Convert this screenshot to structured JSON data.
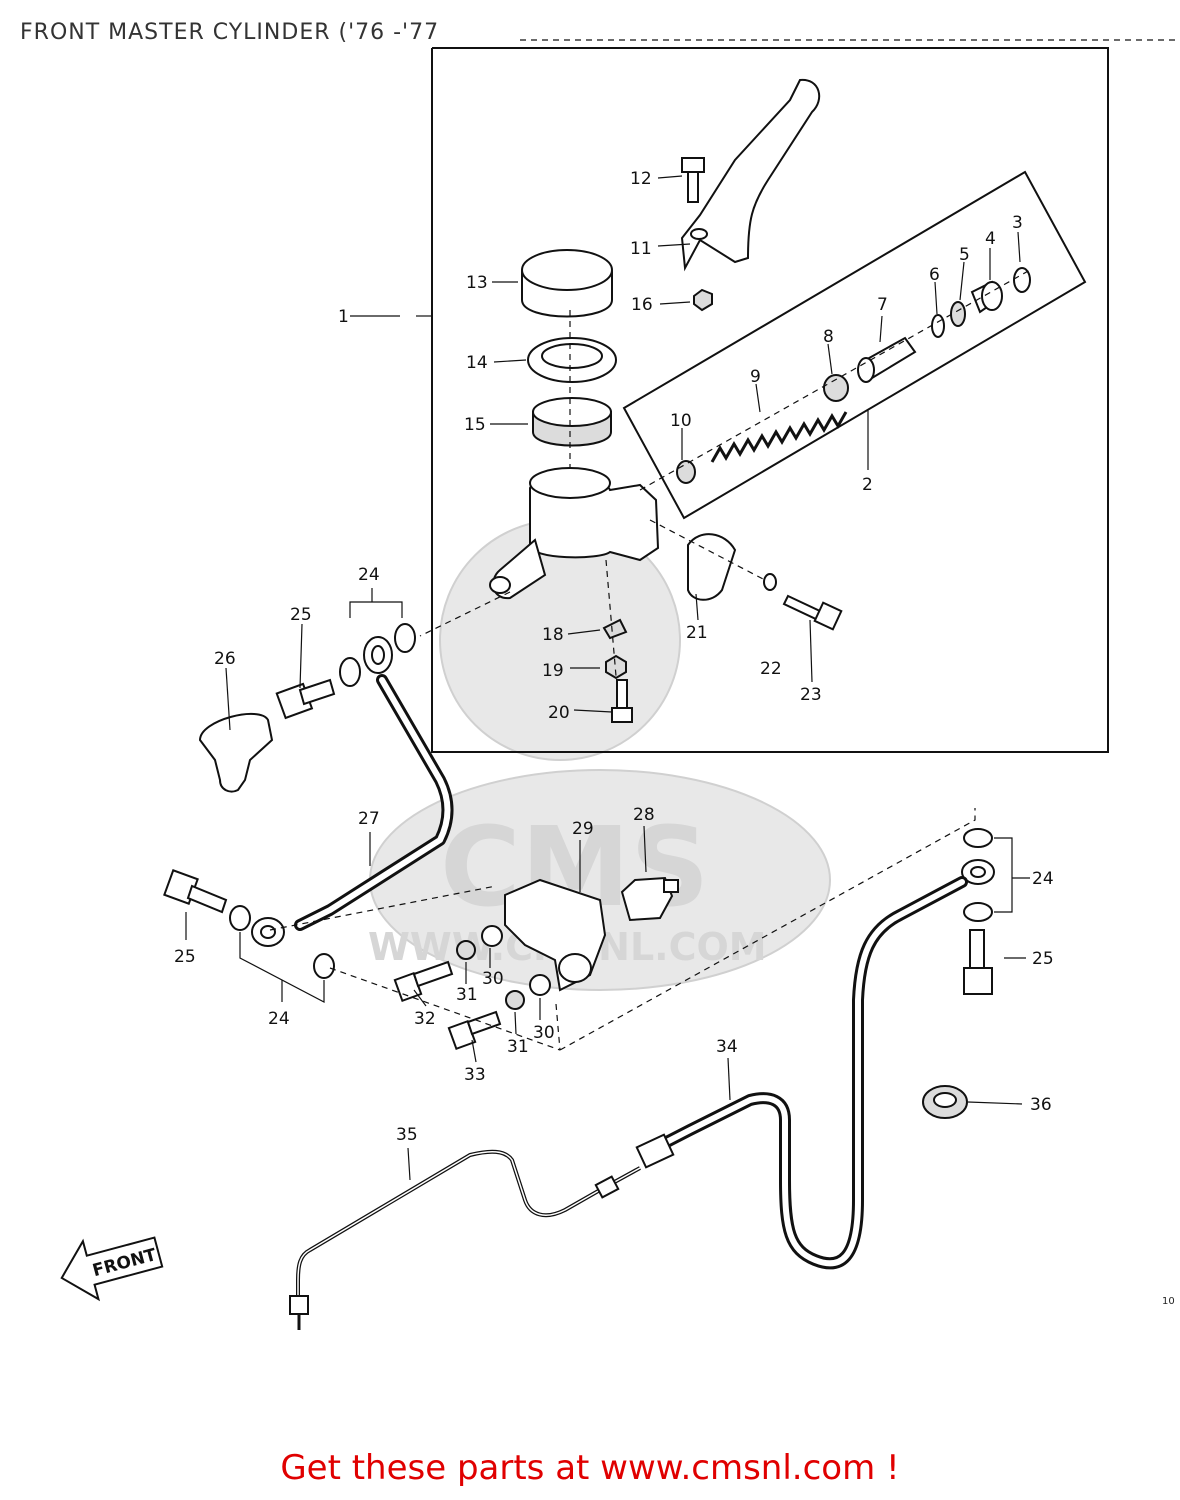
{
  "title": "FRONT MASTER CYLINDER  ('76 -'77",
  "footer": "Get these parts at www.cmsnl.com !",
  "ref_code": "10",
  "watermark": {
    "brand": "CMS",
    "url": "WWW.CMSNL.COM"
  },
  "front_arrow": "FRONT",
  "callouts": {
    "c1": "1",
    "c2": "2",
    "c3": "3",
    "c4": "4",
    "c5": "5",
    "c6": "6",
    "c7": "7",
    "c8": "8",
    "c9": "9",
    "c10": "10",
    "c11": "11",
    "c12": "12",
    "c13": "13",
    "c14": "14",
    "c15": "15",
    "c16": "16",
    "c18": "18",
    "c19": "19",
    "c20": "20",
    "c21": "21",
    "c22": "22",
    "c23": "23",
    "c24a": "24",
    "c24b": "24",
    "c24c": "24",
    "c25a": "25",
    "c25b": "25",
    "c25c": "25",
    "c26": "26",
    "c27": "27",
    "c28": "28",
    "c29": "29",
    "c30a": "30",
    "c30b": "30",
    "c31a": "31",
    "c31b": "31",
    "c32": "32",
    "c33": "33",
    "c34": "34",
    "c35": "35",
    "c36": "36"
  },
  "colors": {
    "footer_text": "#e00000",
    "title_text": "#333333",
    "line": "#111111"
  }
}
